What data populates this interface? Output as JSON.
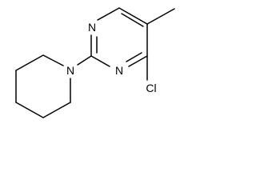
{
  "molecule": {
    "atoms": {
      "n_top": "N",
      "n_bottom": "N",
      "n_piperidine": "N",
      "chlorine": "Cl"
    }
  }
}
